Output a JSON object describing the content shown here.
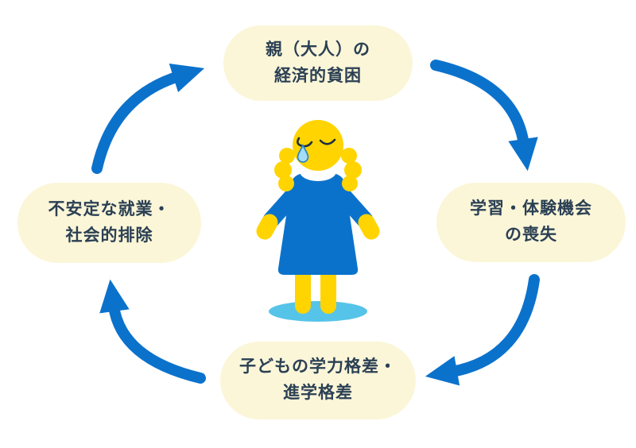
{
  "figure": {
    "type": "cycle-diagram",
    "language": "ja",
    "topic": "child poverty cycle",
    "flow_direction": "clockwise",
    "nodes": [
      {
        "id": "parent-poverty",
        "position": "top",
        "line1": "親（大人）の",
        "line2": "経済的貧困"
      },
      {
        "id": "opportunity-loss",
        "position": "right",
        "line1": "学習・体験機会",
        "line2": "の喪失"
      },
      {
        "id": "achievement-gap",
        "position": "bottom",
        "line1": "子どもの学力格差・",
        "line2": "進学格差"
      },
      {
        "id": "unstable-employment",
        "position": "left",
        "line1": "不安定な就業・",
        "line2": "社会的排除"
      }
    ],
    "arrows": [
      {
        "id": "arrow-left-to-top",
        "from": "unstable-employment",
        "to": "parent-poverty"
      },
      {
        "id": "arrow-top-to-right",
        "from": "parent-poverty",
        "to": "opportunity-loss"
      },
      {
        "id": "arrow-right-to-bottom",
        "from": "opportunity-loss",
        "to": "achievement-gap"
      },
      {
        "id": "arrow-bottom-to-left",
        "from": "achievement-gap",
        "to": "unstable-employment"
      }
    ],
    "center_illustration": "crying child with braids wearing blue dress, standing on light blue ground shadow",
    "colors": {
      "background": "#FFFFFF",
      "node_bg": "#FBF6D8",
      "node_text": "#2B4054",
      "arrow_blue": "#0B72CC",
      "dress_blue": "#0B72CC",
      "skin_hair_yellow": "#FFD401",
      "ground_shadow": "#56C4E8",
      "tear_fill": "#A5DCF6",
      "tear_outline": "#2F87C9",
      "collar": "#FFFFFF"
    }
  }
}
